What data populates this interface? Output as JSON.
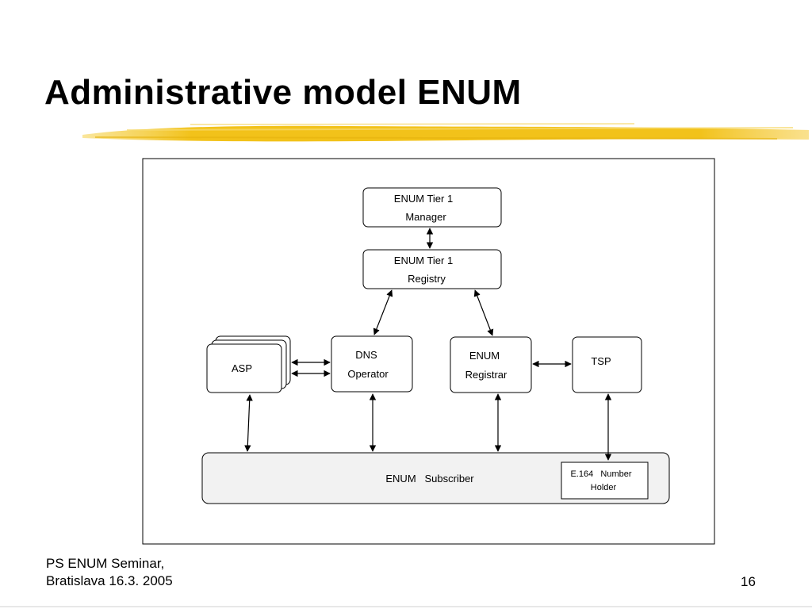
{
  "title": "Administrative model ENUM",
  "diagram": {
    "nodes": {
      "tier1_manager": [
        "ENUM Tier 1",
        "Manager"
      ],
      "tier1_registry": [
        "ENUM Tier 1",
        "Registry"
      ],
      "asp": "ASP",
      "dns_operator": [
        "DNS",
        "Operator"
      ],
      "enum_registrar": [
        "ENUM",
        "Registrar"
      ],
      "tsp": "TSP",
      "subscriber": "ENUM   Subscriber",
      "number_holder": [
        "E.164   Number",
        "Holder"
      ]
    }
  },
  "footer": {
    "line1": "PS ENUM Seminar,",
    "line2": "Bratislava 16.3. 2005",
    "page": "16"
  },
  "colors": {
    "accent_stroke": "#F2C21A",
    "line": "#000000"
  }
}
